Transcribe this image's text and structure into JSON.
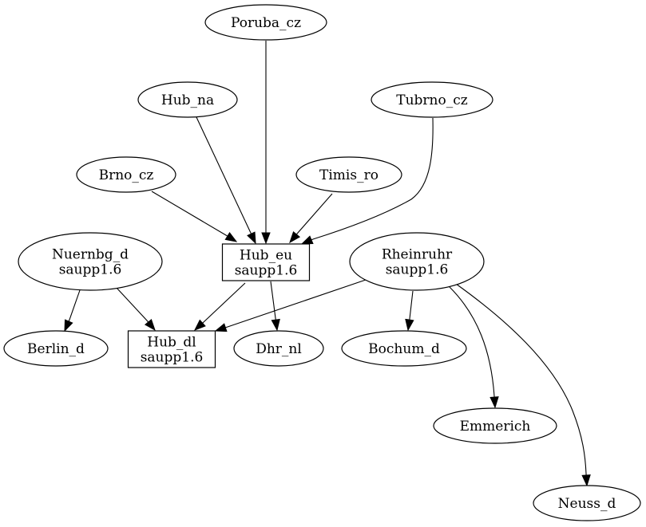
{
  "graph": {
    "nodes": [
      {
        "id": "poruba",
        "name": "node-poruba-cz",
        "shape": "ellipse",
        "lines": [
          "Poruba_cz"
        ]
      },
      {
        "id": "hubna",
        "name": "node-hub-na",
        "shape": "ellipse",
        "lines": [
          "Hub_na"
        ]
      },
      {
        "id": "tubrno",
        "name": "node-tubrno-cz",
        "shape": "ellipse",
        "lines": [
          "Tubrno_cz"
        ]
      },
      {
        "id": "brno",
        "name": "node-brno-cz",
        "shape": "ellipse",
        "lines": [
          "Brno_cz"
        ]
      },
      {
        "id": "timis",
        "name": "node-timis-ro",
        "shape": "ellipse",
        "lines": [
          "Timis_ro"
        ]
      },
      {
        "id": "nuernbg",
        "name": "node-nuernbg-d",
        "shape": "ellipse",
        "lines": [
          "Nuernbg_d",
          "saupp1.6"
        ]
      },
      {
        "id": "hubeu",
        "name": "node-hub-eu",
        "shape": "box",
        "lines": [
          "Hub_eu",
          "saupp1.6"
        ]
      },
      {
        "id": "rheinruhr",
        "name": "node-rheinruhr",
        "shape": "ellipse",
        "lines": [
          "Rheinruhr",
          "saupp1.6"
        ]
      },
      {
        "id": "berlin",
        "name": "node-berlin-d",
        "shape": "ellipse",
        "lines": [
          "Berlin_d"
        ]
      },
      {
        "id": "hubdl",
        "name": "node-hub-dl",
        "shape": "box",
        "lines": [
          "Hub_dl",
          "saupp1.6"
        ]
      },
      {
        "id": "dhr",
        "name": "node-dhr-nl",
        "shape": "ellipse",
        "lines": [
          "Dhr_nl"
        ]
      },
      {
        "id": "bochum",
        "name": "node-bochum-d",
        "shape": "ellipse",
        "lines": [
          "Bochum_d"
        ]
      },
      {
        "id": "emmerich",
        "name": "node-emmerich",
        "shape": "ellipse",
        "lines": [
          "Emmerich"
        ]
      },
      {
        "id": "neuss",
        "name": "node-neuss-d",
        "shape": "ellipse",
        "lines": [
          "Neuss_d"
        ]
      }
    ],
    "edges": [
      {
        "from": "poruba",
        "to": "hubeu"
      },
      {
        "from": "hubna",
        "to": "hubeu"
      },
      {
        "from": "tubrno",
        "to": "hubeu"
      },
      {
        "from": "brno",
        "to": "hubeu"
      },
      {
        "from": "timis",
        "to": "hubeu"
      },
      {
        "from": "hubeu",
        "to": "hubdl"
      },
      {
        "from": "hubeu",
        "to": "dhr"
      },
      {
        "from": "nuernbg",
        "to": "berlin"
      },
      {
        "from": "nuernbg",
        "to": "hubdl"
      },
      {
        "from": "rheinruhr",
        "to": "hubdl"
      },
      {
        "from": "rheinruhr",
        "to": "bochum"
      },
      {
        "from": "rheinruhr",
        "to": "emmerich"
      },
      {
        "from": "rheinruhr",
        "to": "neuss"
      }
    ]
  }
}
